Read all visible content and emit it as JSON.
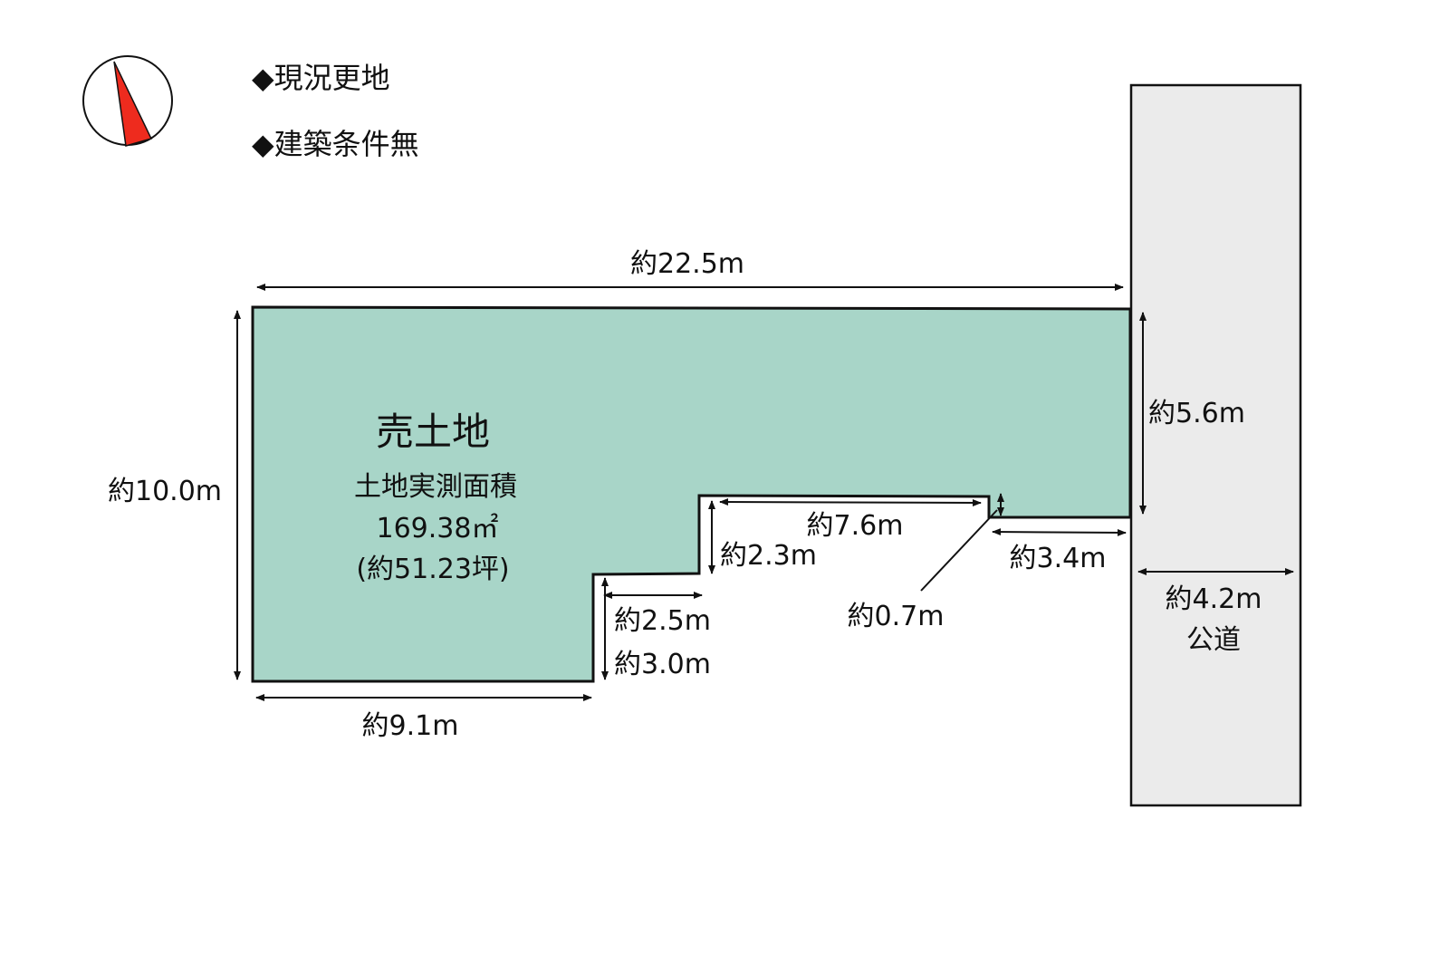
{
  "notes": [
    "◆現況更地",
    "◆建築条件無"
  ],
  "colors": {
    "lot": "#a8d5c8",
    "road": "#ebebeb",
    "compass_needle": "#ee2b1e"
  },
  "lot": {
    "title": "売土地",
    "area_label": "土地実測面積",
    "area_sqm": "169.38㎡",
    "area_tsubo": "(約51.23坪)"
  },
  "dimensions": {
    "top": "約22.5m",
    "left": "約10.0m",
    "right": "約5.6m",
    "bottom": "約9.1m",
    "step1_width": "約2.5m",
    "step1_height": "約3.0m",
    "step2_height": "約2.3m",
    "step2_width": "約7.6m",
    "notch": "約0.7m",
    "right_step": "約3.4m",
    "road_width": "約4.2m"
  },
  "road": {
    "label": "公道"
  }
}
